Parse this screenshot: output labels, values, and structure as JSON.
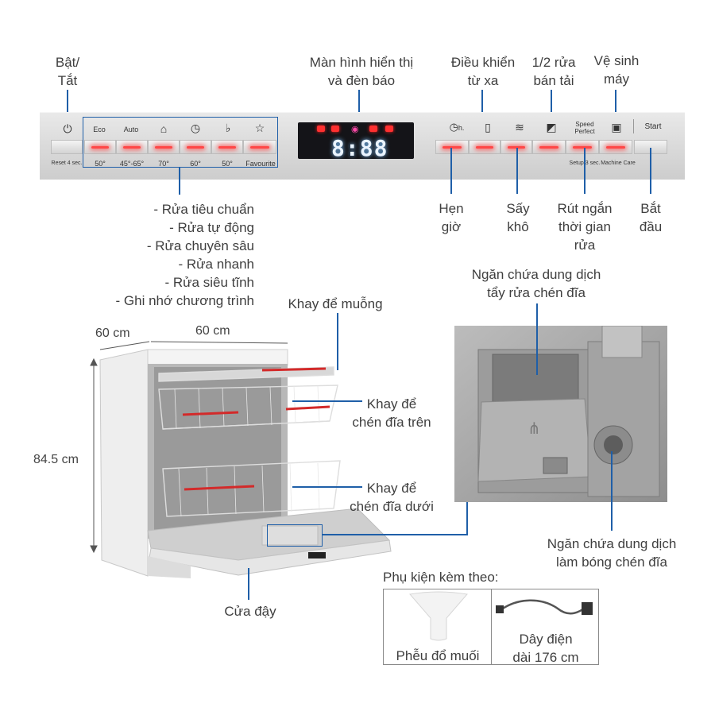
{
  "labels": {
    "power": [
      "Bật/",
      "Tắt"
    ],
    "display": [
      "Màn hình hiển thị",
      "và đèn báo"
    ],
    "remote": [
      "Điều khiển",
      "từ xa"
    ],
    "half_load": [
      "1/2 rửa",
      "bán tải"
    ],
    "machine_care": [
      "Vệ sinh",
      "máy"
    ],
    "timer": [
      "Hẹn",
      "giờ"
    ],
    "dry": [
      "Sấy",
      "khô"
    ],
    "speed": [
      "Rút ngắn",
      "thời gian",
      "rửa"
    ],
    "start": [
      "Bắt",
      "đầu"
    ],
    "programs": [
      "- Rửa tiêu chuẩn",
      "- Rửa tự động",
      "- Rửa chuyên sâu",
      "- Rửa nhanh",
      "- Rửa siêu tĩnh",
      "- Ghi nhớ chương trình"
    ],
    "cutlery_tray": "Khay để muỗng",
    "upper_rack": [
      "Khay để",
      "chén đĩa trên"
    ],
    "lower_rack": [
      "Khay để",
      "chén đĩa dưới"
    ],
    "door": "Cửa đậy",
    "detergent": [
      "Ngăn chứa dung dịch",
      "tẩy rửa chén đĩa"
    ],
    "rinse_aid": [
      "Ngăn chứa dung dịch",
      "làm bóng chén đĩa"
    ]
  },
  "dimensions": {
    "depth": "60 cm",
    "width": "60 cm",
    "height": "84.5 cm"
  },
  "panel": {
    "reset_text": "Reset 4 sec.",
    "program_names": [
      "Eco",
      "Auto",
      "",
      "",
      "",
      ""
    ],
    "program_temps": [
      "50°",
      "45°-65°",
      "70°",
      "60°",
      "50°",
      "Favourite"
    ],
    "right_small": [
      "h.",
      "",
      "",
      "",
      "Speed",
      "Perfect",
      ""
    ],
    "start_text": "Start",
    "setup_text": "Setup 3 sec.",
    "care_text": "Machine Care",
    "display_digits": "8:88"
  },
  "accessories": {
    "title": "Phụ kiện kèm theo:",
    "funnel": "Phễu đổ muối",
    "cable": [
      "Dây điện",
      "dài 176 cm"
    ]
  },
  "colors": {
    "leader_line": "#1f5fa8",
    "led": "#ff4747"
  }
}
